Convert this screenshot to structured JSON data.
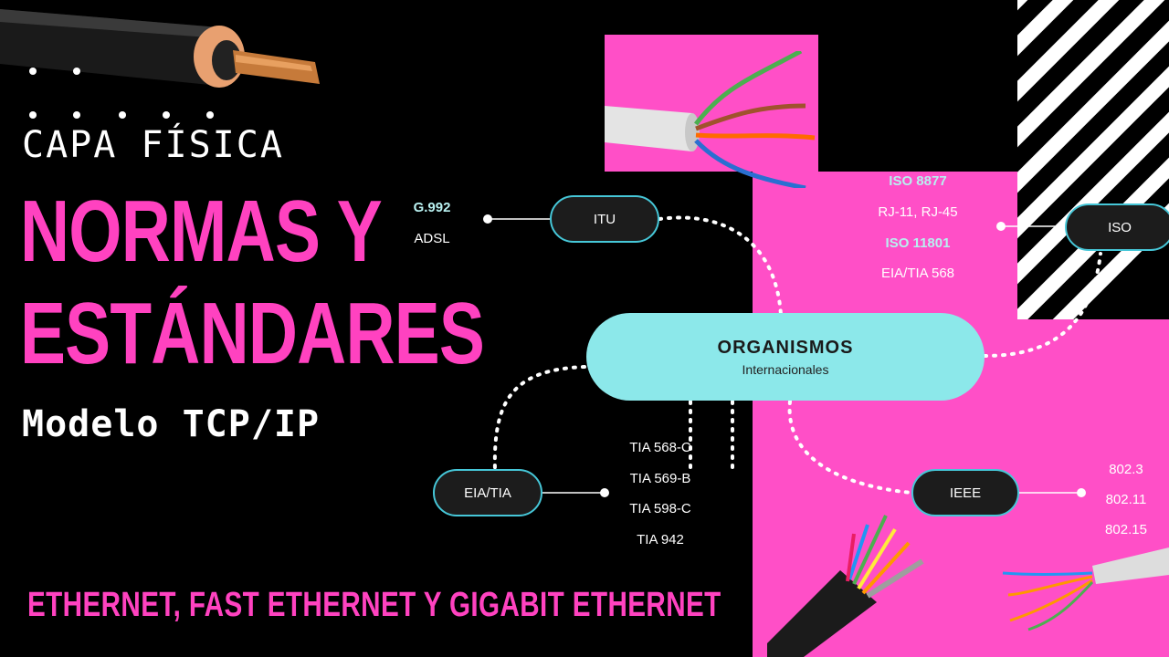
{
  "header": {
    "layer": "CAPA FÍSICA",
    "title_line1": "NORMAS Y",
    "title_line2": "ESTÁNDARES",
    "model": "Modelo TCP/IP"
  },
  "footer": {
    "text": "ETHERNET, FAST ETHERNET Y GIGABIT ETHERNET"
  },
  "diagram": {
    "center": {
      "title": "ORGANISMOS",
      "subtitle": "Internacionales"
    },
    "itu": {
      "label": "ITU",
      "items": [
        "G.992",
        "ADSL"
      ]
    },
    "iso": {
      "label": "ISO",
      "items": [
        "ISO 8877",
        "RJ-11, RJ-45",
        "ISO 11801",
        "EIA/TIA 568"
      ]
    },
    "eiatia": {
      "label": "EIA/TIA",
      "items": [
        "TIA 568-C",
        "TIA 569-B",
        "TIA 598-C",
        "TIA 942"
      ]
    },
    "ieee": {
      "label": "IEEE",
      "items": [
        "802.3",
        "802.11",
        "802.15"
      ]
    }
  },
  "colors": {
    "pink": "#ff42c0",
    "panel": "#ff4fc7",
    "cyan": "#8ce8ea",
    "node_border": "#46c7d8"
  }
}
